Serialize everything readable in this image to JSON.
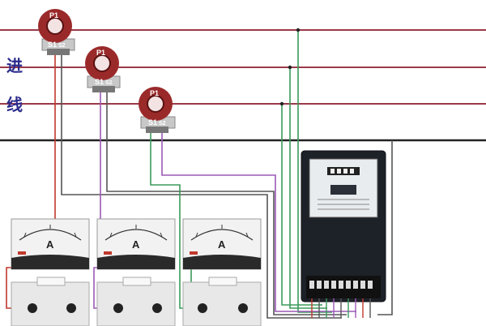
{
  "diagram": {
    "side_label_chars": [
      "进",
      "线"
    ],
    "current_transformers": [
      {
        "p1": "P1",
        "s1": "S1",
        "s2": "S2"
      },
      {
        "p1": "P1",
        "s1": "S1",
        "s2": "S2"
      },
      {
        "p1": "P1",
        "s1": "S1",
        "s2": "S2"
      }
    ],
    "ammeters": [
      {
        "unit": "A"
      },
      {
        "unit": "A"
      },
      {
        "unit": "A"
      }
    ],
    "colors": {
      "phase_line": "#9b3a4a",
      "neutral_line": "#222222",
      "ct_body": "#9a2a2a",
      "meter_body": "#1d2128",
      "wire_green": "#3a9a5a",
      "wire_purple": "#9b59b6",
      "wire_red": "#c0392b",
      "wire_gray": "#555555"
    }
  }
}
